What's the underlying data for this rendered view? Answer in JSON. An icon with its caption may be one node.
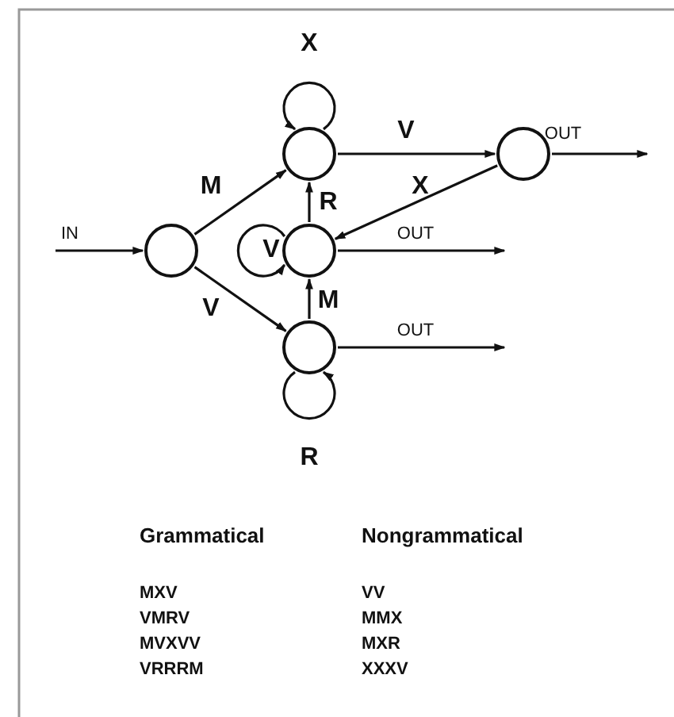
{
  "diagram": {
    "nodes": [
      {
        "text": [],
        "shape": "circle"
      },
      {
        "text": [],
        "shape": "circle"
      },
      {
        "text": [],
        "shape": "circle"
      },
      {
        "text": [],
        "shape": "circle"
      },
      {
        "text": [],
        "shape": "circle"
      }
    ],
    "edges": [
      {
        "from": null,
        "to": 0,
        "arrow": "to",
        "label": "IN"
      },
      {
        "from": 0,
        "to": 1,
        "arrow": "to",
        "label": "M"
      },
      {
        "from": 0,
        "to": 3,
        "arrow": "to",
        "label": "V"
      },
      {
        "from": 1,
        "to": 1,
        "arrow": "to",
        "label": "X"
      },
      {
        "from": 1,
        "to": 4,
        "arrow": "to",
        "label": "V"
      },
      {
        "from": 4,
        "to": 2,
        "arrow": "to",
        "label": "X"
      },
      {
        "from": 2,
        "to": 1,
        "arrow": "to",
        "label": "R"
      },
      {
        "from": 2,
        "to": 2,
        "arrow": "to",
        "label": "V"
      },
      {
        "from": 3,
        "to": 2,
        "arrow": "to",
        "label": "M"
      },
      {
        "from": 3,
        "to": 3,
        "arrow": "to",
        "label": "R"
      },
      {
        "from": 4,
        "to": null,
        "arrow": "to",
        "label": "OUT"
      },
      {
        "from": 2,
        "to": null,
        "arrow": "to",
        "label": "OUT"
      },
      {
        "from": 3,
        "to": null,
        "arrow": "to",
        "label": "OUT"
      }
    ],
    "labels": [
      "Grammatical",
      "Nongrammatical",
      "MXV",
      "VV",
      "VMRV",
      "MMX",
      "MVXVV",
      "MXR",
      "VRRRM",
      "XXXV"
    ]
  }
}
